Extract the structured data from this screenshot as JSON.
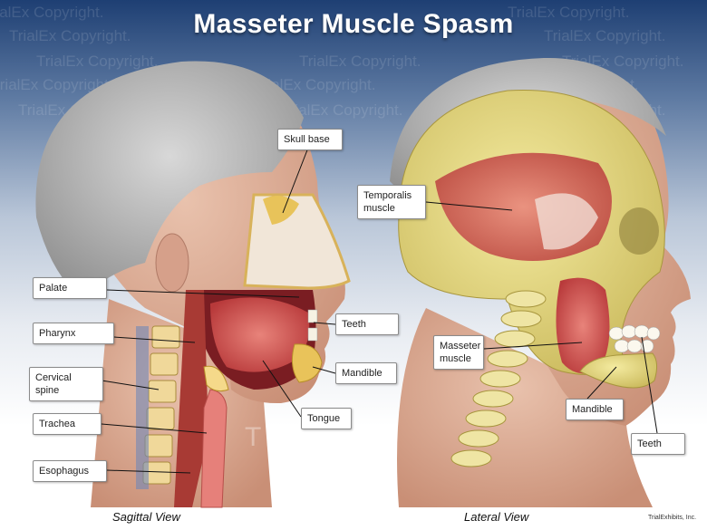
{
  "title": "Masseter Muscle Spasm",
  "watermark": "TrialEx Copyright.",
  "logo_watermark": "TRIALEX",
  "sagittal": {
    "caption": "Sagittal View",
    "labels": {
      "skull_base": "Skull base",
      "palate": "Palate",
      "pharynx": "Pharynx",
      "cervical_spine": "Cervical spine",
      "trachea": "Trachea",
      "esophagus": "Esophagus",
      "teeth": "Teeth",
      "mandible": "Mandible",
      "tongue": "Tongue"
    }
  },
  "lateral": {
    "caption": "Lateral View",
    "labels": {
      "temporalis": "Temporalis muscle",
      "masseter": "Masseter muscle",
      "mandible": "Mandible",
      "teeth": "Teeth"
    }
  },
  "footer_logo": "TrialExhibits, Inc."
}
